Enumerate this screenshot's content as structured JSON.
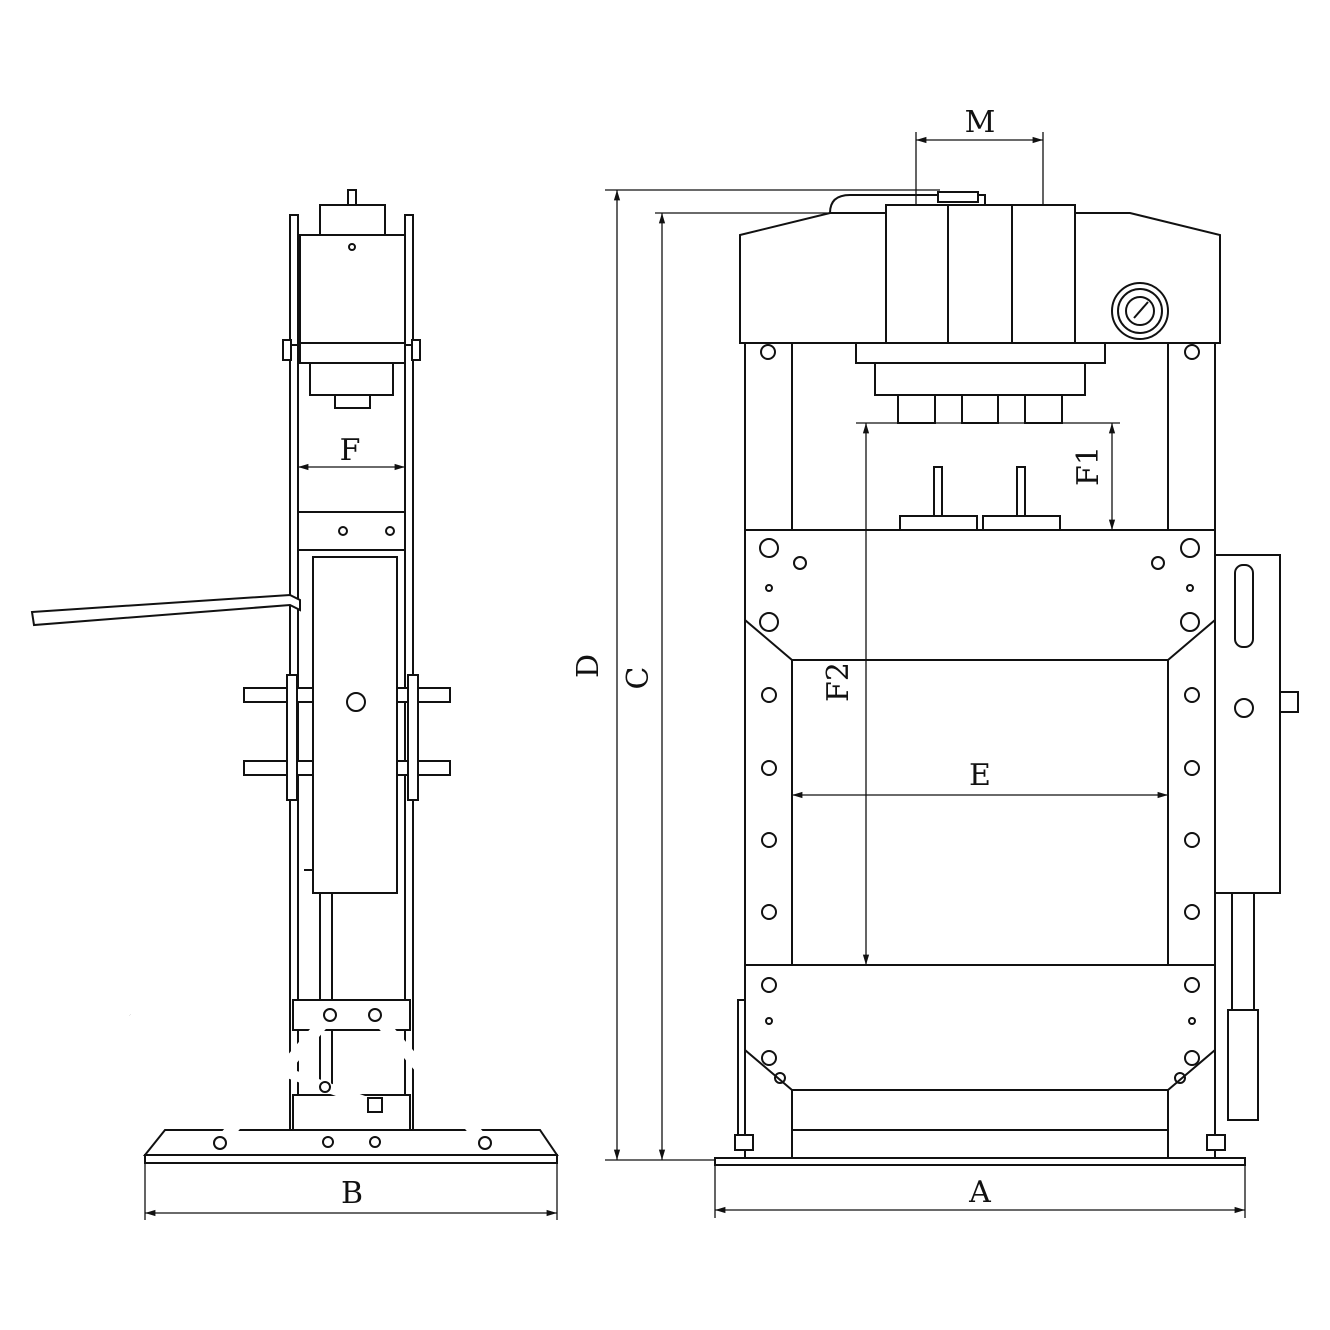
{
  "title": "Hydraulic press dimension drawing",
  "labels": {
    "M": "M",
    "F": "F",
    "F1": "F1",
    "F2": "F2",
    "E": "E",
    "D": "D",
    "C": "C",
    "B": "B",
    "A": "A"
  },
  "colors": {
    "line": "#111111",
    "background": "#ffffff"
  }
}
